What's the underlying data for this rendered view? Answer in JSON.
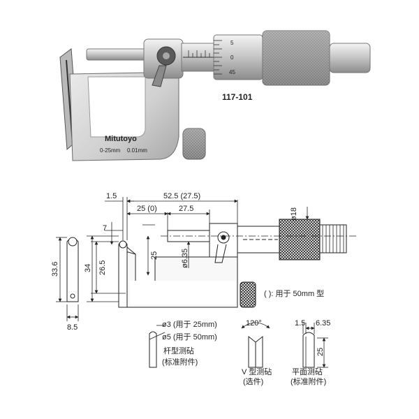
{
  "photo": {
    "brand": "Mitutoyo",
    "range_label": "0-25mm",
    "resolution_label": "0.01mm",
    "thimble_marks": [
      "5",
      "0",
      "45"
    ]
  },
  "model_number": "117-101",
  "drawing": {
    "dims": {
      "d1_5": "1.5",
      "d52_5": "52.5 (27.5)",
      "d25_0": "25 (0)",
      "d27_5": "27.5",
      "d7": "7",
      "d25v": "25",
      "d6_35": "ø6.35",
      "d18": "ø18",
      "d26_5": "26.5",
      "d34": "34",
      "d33_6": "33.6",
      "d8_5": "8.5"
    },
    "note": "( ): 用于 50mm 型"
  },
  "anvils": {
    "pin": {
      "dia1": "ø3 (用于  25mm)",
      "dia2": "ø5 (用于  50mm)",
      "name": "杆型测砧",
      "sub": "(标准附件)"
    },
    "v": {
      "angle": "120°",
      "name": "V 型测砧",
      "sub": "(选件)"
    },
    "flat": {
      "d1_5": "1.5",
      "d6_35": "6.35",
      "d25": "25",
      "name": "平面测砧",
      "sub": "(标准附件)"
    }
  }
}
